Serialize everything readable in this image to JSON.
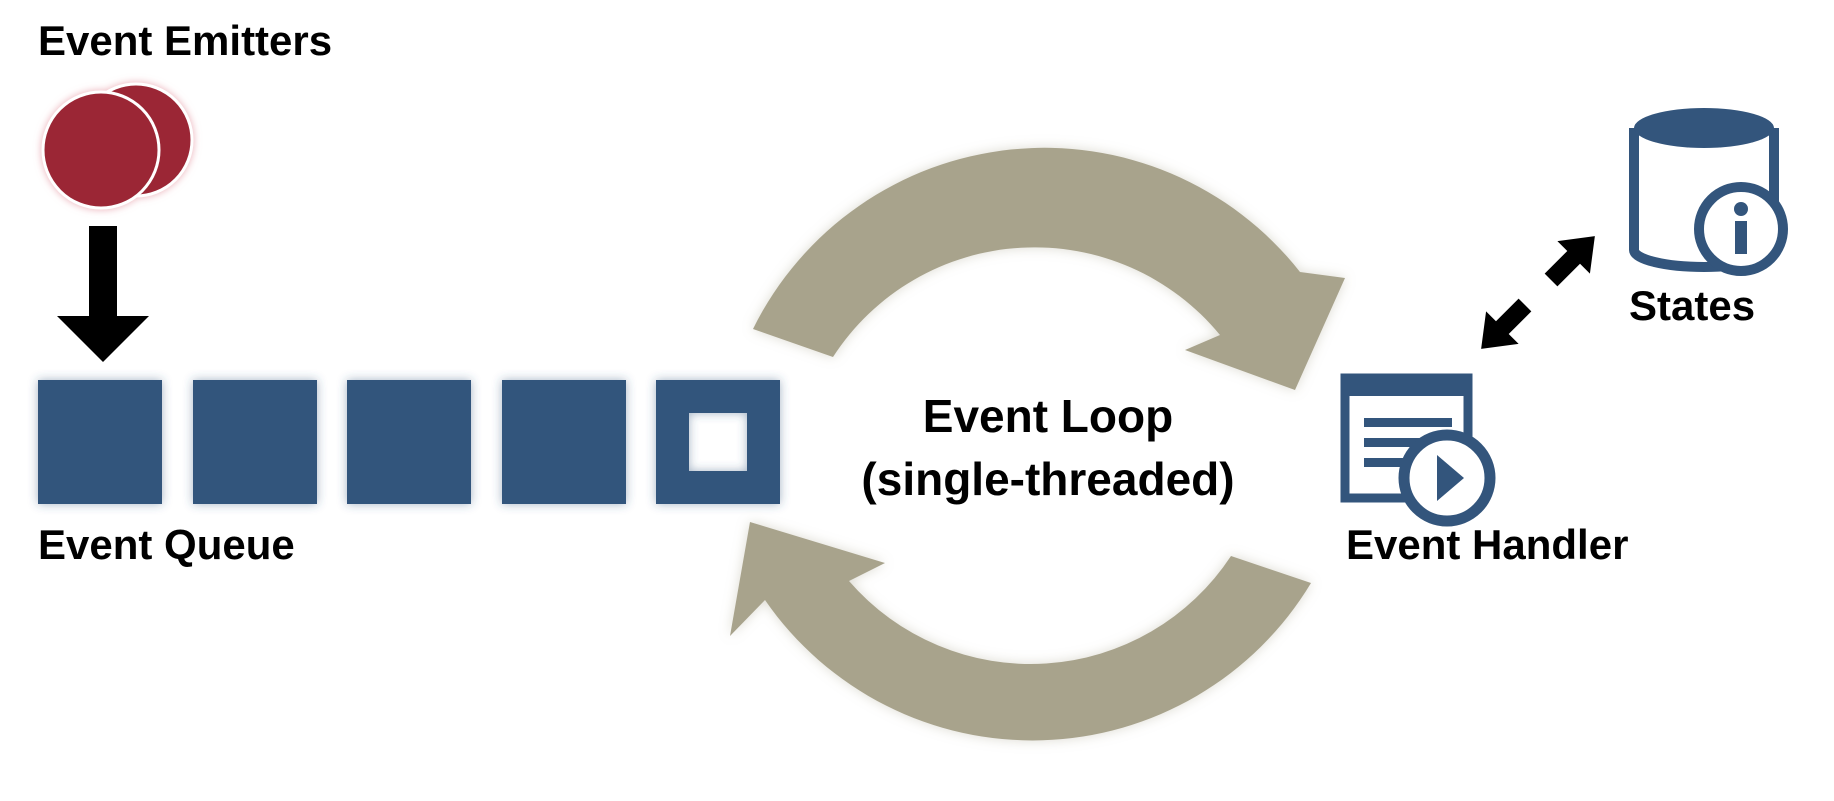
{
  "labels": {
    "emitters": "Event Emitters",
    "queue": "Event Queue",
    "loop_line1": "Event Loop",
    "loop_line2": "(single-threaded)",
    "handler": "Event Handler",
    "states": "States"
  },
  "colors": {
    "emitter_fill": "#9b2635",
    "emitter_glow": "#e8a3ad",
    "queue_fill": "#33557c",
    "loop_arrow": "#a8a38c",
    "icon_blue": "#33557c",
    "arrow_black": "#000000"
  },
  "icons": {
    "emitters": "stacked-circles-icon",
    "handler": "document-play-icon",
    "states": "database-info-icon"
  }
}
